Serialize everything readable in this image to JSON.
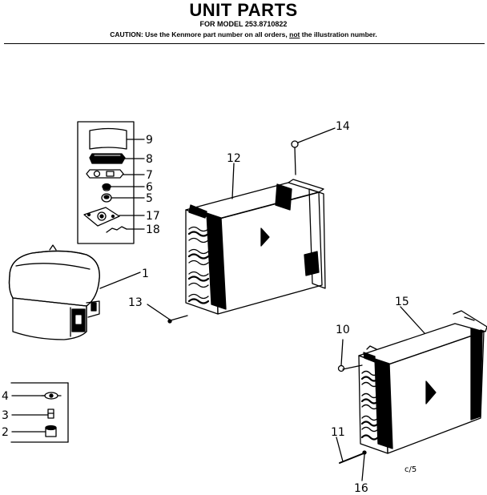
{
  "header": {
    "title": "UNIT PARTS",
    "model_line": "FOR MODEL 253.8710822",
    "caution_prefix": "CAUTION: Use the Kenmore part number on all orders,",
    "caution_emphasis": "not",
    "caution_suffix": "the illustration number."
  },
  "callouts": {
    "c1": "1",
    "c2": "2",
    "c3": "3",
    "c4": "4",
    "c5": "5",
    "c6": "6",
    "c7": "7",
    "c8": "8",
    "c9": "9",
    "c10": "10",
    "c11": "11",
    "c12": "12",
    "c13": "13",
    "c14": "14",
    "c15": "15",
    "c16": "16",
    "c17": "17",
    "c18": "18"
  },
  "footer": {
    "page_code": "c/5"
  }
}
